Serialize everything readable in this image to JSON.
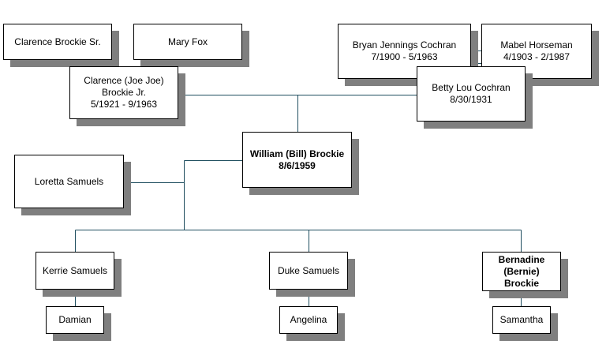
{
  "colors": {
    "line": "#1f4e5f",
    "shadow": "#7f7f7f",
    "border": "#000000"
  },
  "people": {
    "clarence_sr": {
      "lines": [
        "Clarence Brockie Sr."
      ]
    },
    "mary_fox": {
      "lines": [
        "Mary Fox"
      ]
    },
    "clarence_jr": {
      "lines": [
        "Clarence (Joe Joe)",
        "Brockie Jr.",
        "5/1921 - 9/1963"
      ]
    },
    "bryan": {
      "lines": [
        "Bryan Jennings Cochran",
        "7/1900 - 5/1963"
      ]
    },
    "mabel": {
      "lines": [
        "Mabel Horseman",
        "4/1903 - 2/1987"
      ]
    },
    "betty": {
      "lines": [
        "Betty Lou Cochran",
        "8/30/1931"
      ]
    },
    "bill": {
      "lines": [
        "William (Bill) Brockie",
        "8/6/1959"
      ]
    },
    "loretta": {
      "lines": [
        "Loretta Samuels"
      ]
    },
    "kerrie": {
      "lines": [
        "Kerrie Samuels"
      ]
    },
    "duke": {
      "lines": [
        "Duke Samuels"
      ]
    },
    "bernadine": {
      "lines": [
        "Bernadine",
        "(Bernie)",
        "Brockie"
      ]
    },
    "damian": {
      "lines": [
        "Damian"
      ]
    },
    "angelina": {
      "lines": [
        "Angelina"
      ]
    },
    "samantha": {
      "lines": [
        "Samantha"
      ]
    }
  }
}
